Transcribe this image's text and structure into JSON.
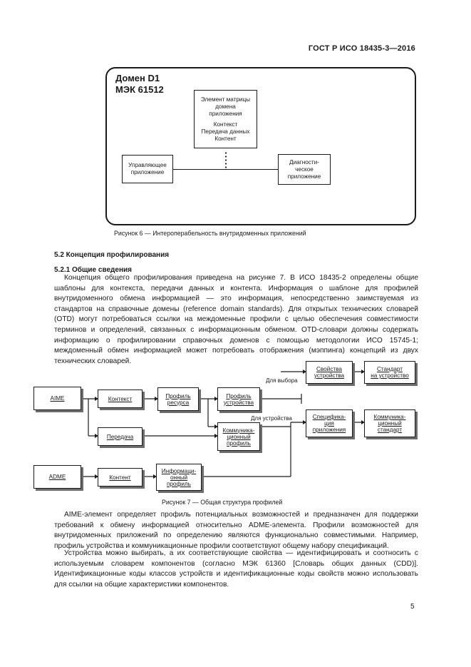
{
  "header": {
    "standard": "ГОСТ Р ИСО 18435-3—2016"
  },
  "figure6": {
    "domain_title_line1": "Домен D1",
    "domain_title_line2": "МЭК 61512",
    "center_box": {
      "line1": "Элемент матрицы",
      "line2": "домена",
      "line3": "приложения",
      "line4": "Контекст",
      "line5": "Передача данных",
      "line6": "Контент"
    },
    "left_box": {
      "line1": "Управляющее",
      "line2": "приложение"
    },
    "right_box": {
      "line1": "Диагности-",
      "line2": "ческое",
      "line3": "приложение"
    },
    "caption": "Рисунок 6 — Интероперабельность внутридоменных приложений"
  },
  "section": {
    "heading": "5.2 Концепция профилирования",
    "subheading": "5.2.1 Общие сведения",
    "paragraph1": "Концепция общего профилирования приведена на рисунке 7. В ИСО 18435-2 определены общие шаблоны для контекста, передачи данных и контента. Информация о шаблоне для профилей внутридоменного обмена информацией — это информация, непосредственно заимствуемая из стандартов на справочные домены (reference domain standards). Для открытых технических словарей (OTD) могут потребоваться ссылки на междоменные профили с целью обеспечения совместимости терминов и определений, связанных с информационным обменом. OTD-словари должны содержать информацию о профилировании справочных доменов с помощью методологии ИСО 15745-1; междоменный обмен информацией может потребовать отображения (мэппинга) концепций из двух технических словарей."
  },
  "figure7": {
    "aime": "AIME",
    "adme": "ADME",
    "context": "Контекст",
    "transfer": "Передача",
    "content": "Контент",
    "resource_profile": {
      "line1": "Профиль",
      "line2": "ресурса"
    },
    "device_profile": {
      "line1": "Профиль",
      "line2": "устройства"
    },
    "comm_profile": {
      "line1": "Коммуника-",
      "line2": "ционный",
      "line3": "профиль"
    },
    "info_profile": {
      "line1": "Информаци-",
      "line2": "онный",
      "line3": "профиль"
    },
    "label_selection": "Для выбора",
    "label_device": "Для устройства",
    "device_properties": {
      "line1": "Свойства",
      "line2": "устройства"
    },
    "dictionary_standard": {
      "line1": "Стандарт",
      "line2": "на устройство"
    },
    "app_spec": {
      "line1": "Специфика-",
      "line2": "ция",
      "line3": "приложения"
    },
    "comm_standard": {
      "line1": "Коммуника-",
      "line2": "ционный",
      "line3": "стандарт"
    },
    "caption": "Рисунок 7 — Общая структура профилей"
  },
  "after": {
    "paragraph2": "AIME-элемент определяет профиль потенциальных возможностей и предназначен для поддержки требований к обмену информацией относительно ADME-элемента. Профили возможностей для внутридоменных приложений по определению являются функционально совместимыми. Например, профиль устройства и коммуникационные профили соответствуют общему набору спецификаций.",
    "paragraph3": "Устройства можно выбирать, а их соответствующие свойства — идентифицировать и соотносить с используемым словарем компонентов (согласно МЭК 61360 [Словарь общих данных (CDD)]. Идентификационные коды классов устройств и идентификационные коды свойств можно использовать для ссылки на общие характеристики компонентов."
  },
  "page_number": "5"
}
